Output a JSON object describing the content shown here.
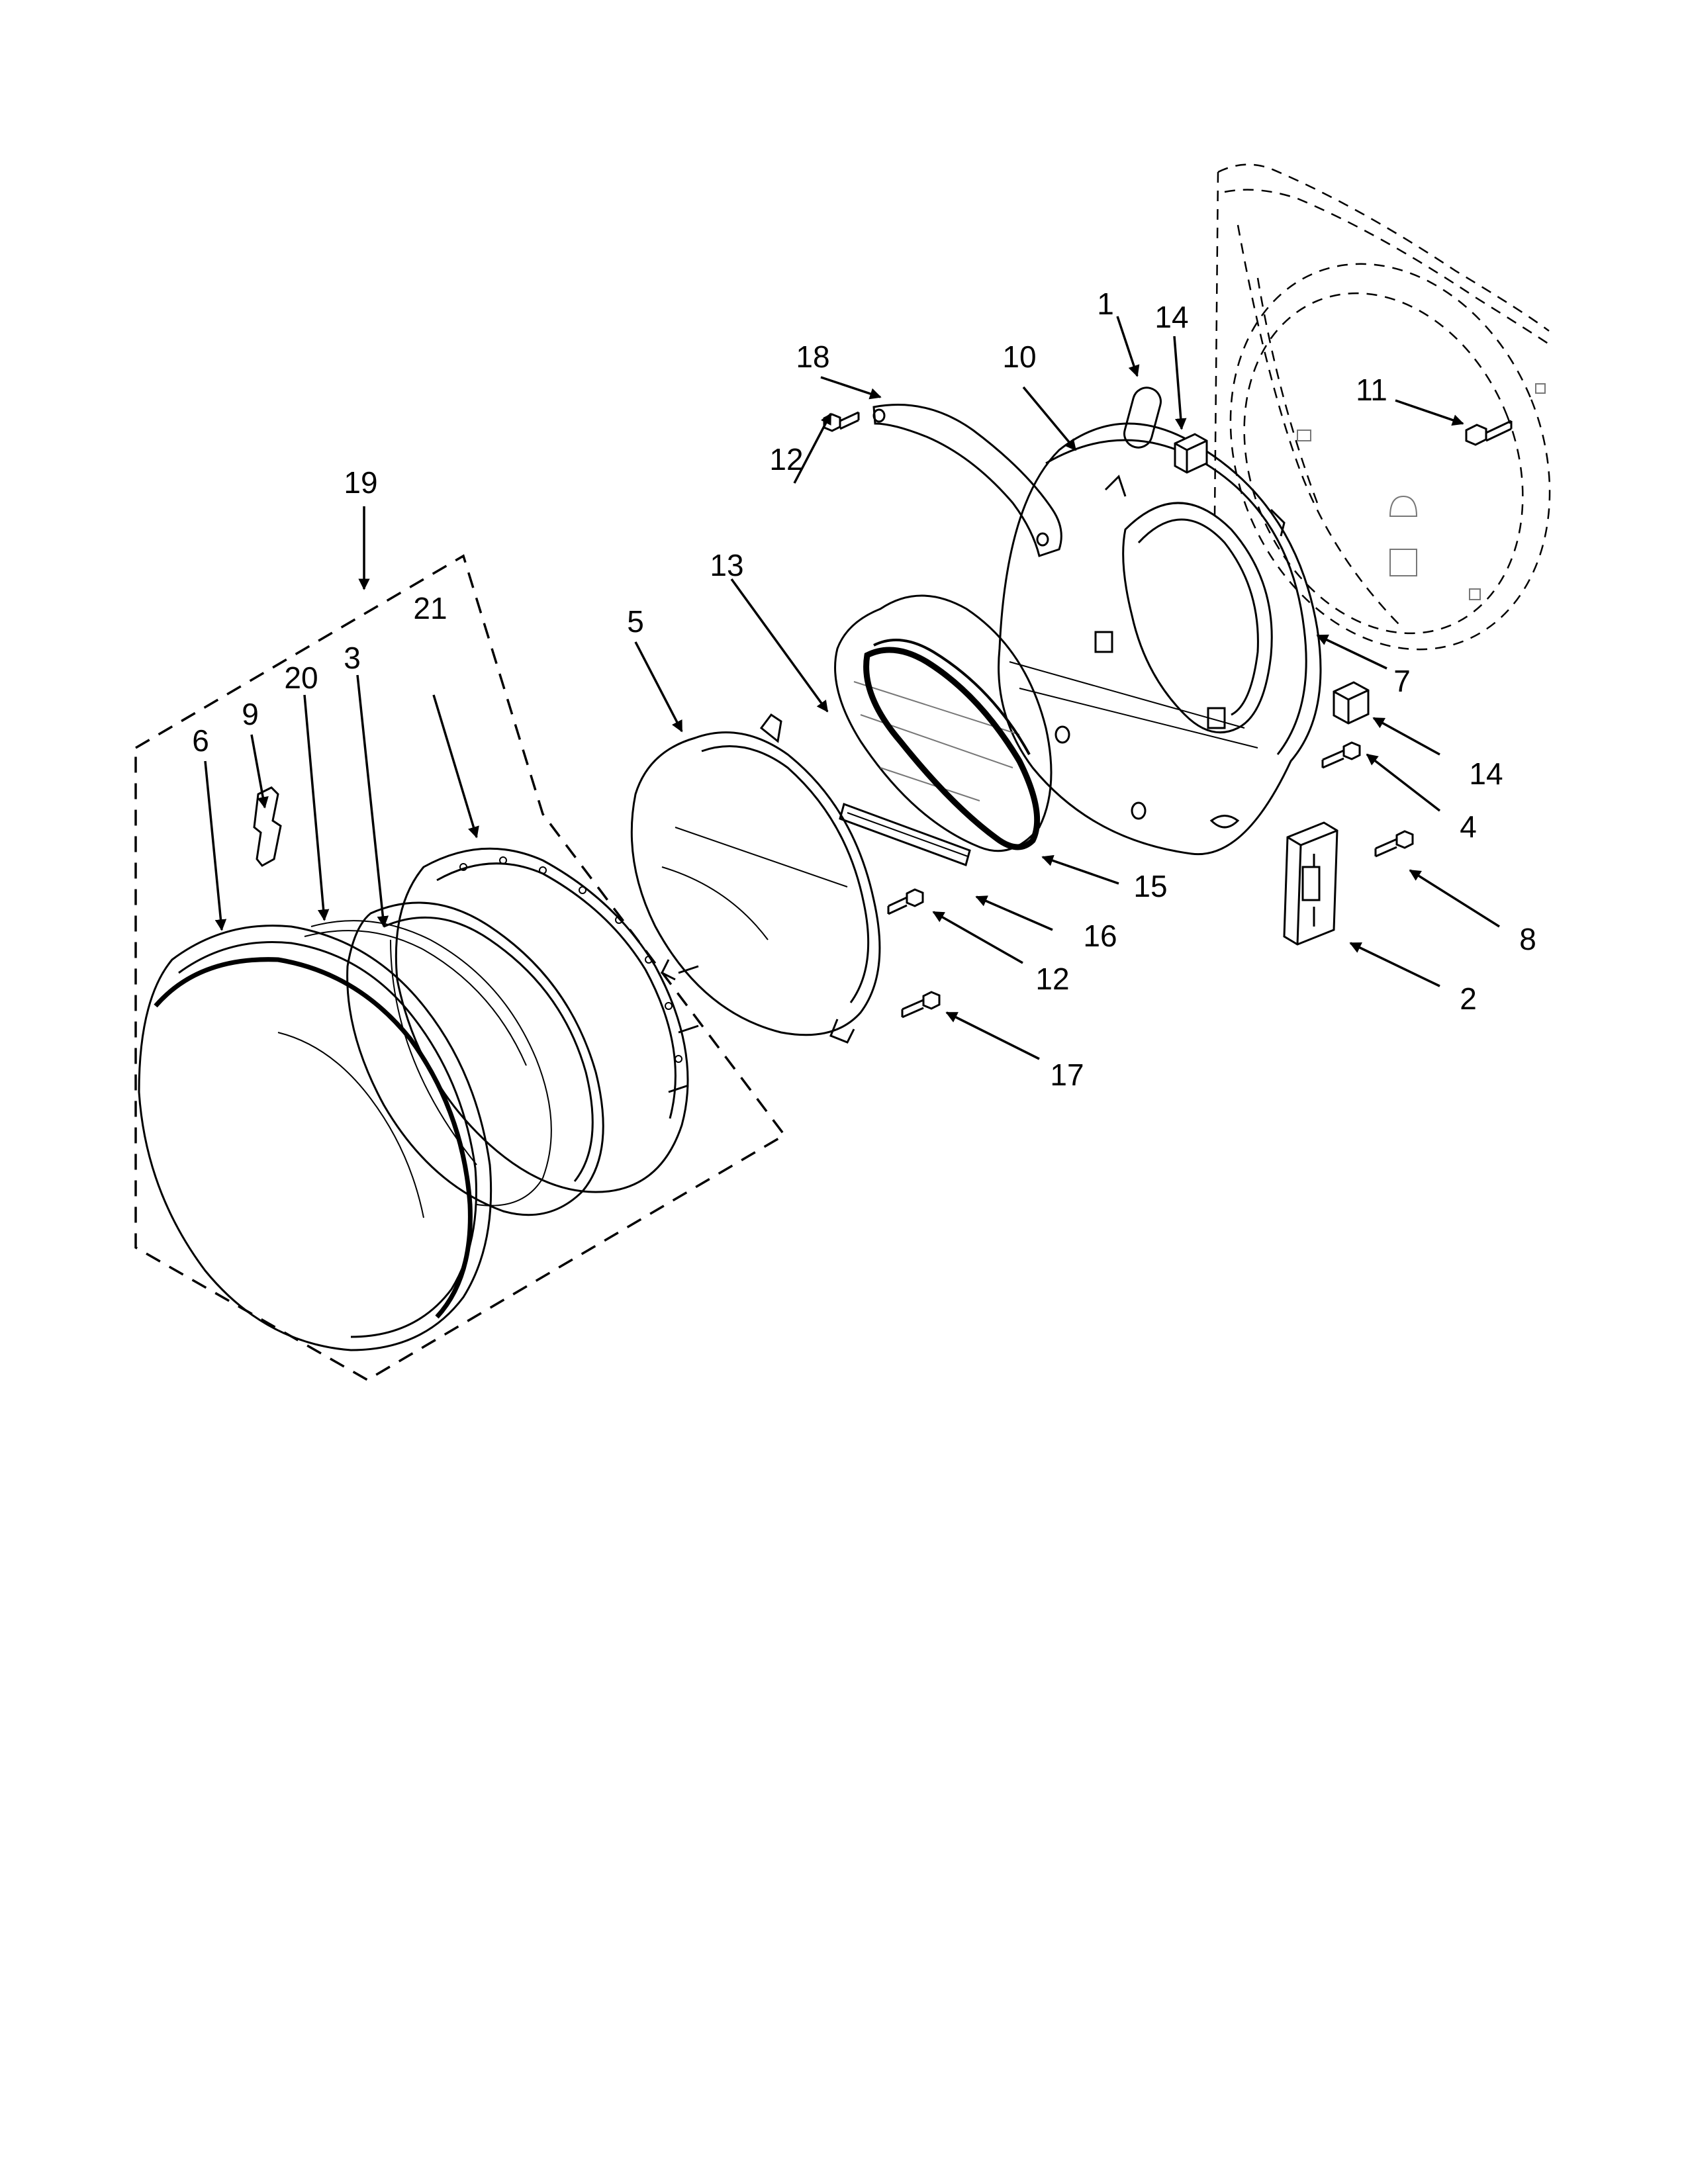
{
  "callouts": [
    {
      "id": "c1",
      "label": "1"
    },
    {
      "id": "c2",
      "label": "2"
    },
    {
      "id": "c3",
      "label": "3"
    },
    {
      "id": "c4",
      "label": "4"
    },
    {
      "id": "c5",
      "label": "5"
    },
    {
      "id": "c6",
      "label": "6"
    },
    {
      "id": "c7",
      "label": "7"
    },
    {
      "id": "c8",
      "label": "8"
    },
    {
      "id": "c9",
      "label": "9"
    },
    {
      "id": "c10",
      "label": "10"
    },
    {
      "id": "c11",
      "label": "11"
    },
    {
      "id": "c12a",
      "label": "12"
    },
    {
      "id": "c12b",
      "label": "12"
    },
    {
      "id": "c13",
      "label": "13"
    },
    {
      "id": "c14a",
      "label": "14"
    },
    {
      "id": "c14b",
      "label": "14"
    },
    {
      "id": "c15",
      "label": "15"
    },
    {
      "id": "c16",
      "label": "16"
    },
    {
      "id": "c17",
      "label": "17"
    },
    {
      "id": "c18",
      "label": "18"
    },
    {
      "id": "c19",
      "label": "19"
    },
    {
      "id": "c20",
      "label": "20"
    },
    {
      "id": "c21",
      "label": "21"
    }
  ]
}
